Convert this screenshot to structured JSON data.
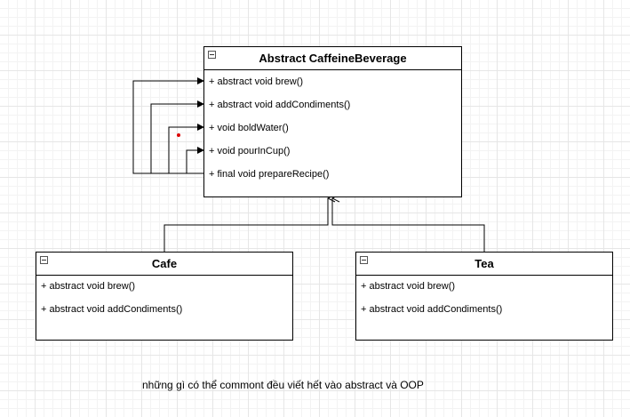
{
  "colors": {
    "line": "#000000",
    "box_fill": "#ffffff",
    "marker": "#dd0000"
  },
  "classes": {
    "caffeine": {
      "title": "Abstract CaffeineBeverage",
      "icon": "collapse-minus-icon",
      "members": [
        "+ abstract void brew()",
        "+ abstract void addCondiments()",
        "+ void boldWater()",
        "+ void pourInCup()",
        "+ final void prepareRecipe()"
      ]
    },
    "cafe": {
      "title": "Cafe",
      "icon": "collapse-minus-icon",
      "members": [
        "+ abstract void brew()",
        "+ abstract void addCondiments()"
      ]
    },
    "tea": {
      "title": "Tea",
      "icon": "collapse-minus-icon",
      "members": [
        "+ abstract void brew()",
        "+ abstract void addCondiments()"
      ]
    }
  },
  "note": {
    "text": "những gì có thể commont đều viết hết vào abstract và OOP"
  }
}
